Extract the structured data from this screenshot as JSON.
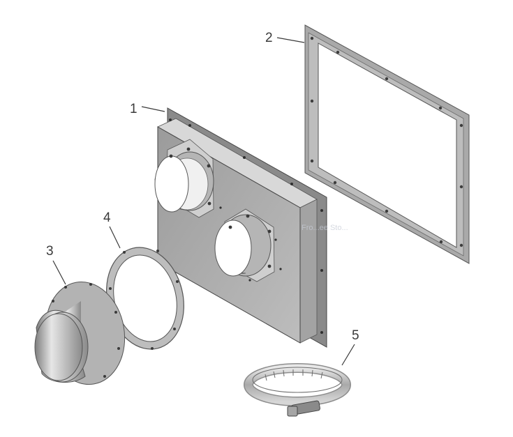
{
  "callouts": {
    "plate": "1",
    "gasket_frame": "2",
    "collar": "3",
    "ring_gasket": "4",
    "hose_clamp": "5"
  },
  "watermark": "Fro...ee Sto..."
}
